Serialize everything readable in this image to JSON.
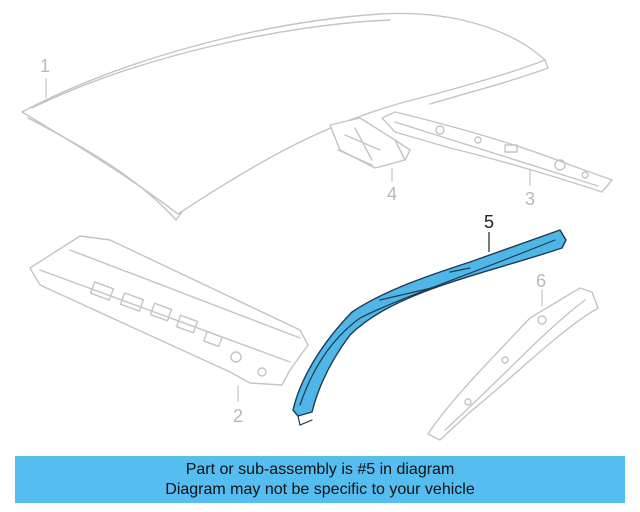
{
  "callouts": {
    "c1": "1",
    "c2": "2",
    "c3": "3",
    "c4": "4",
    "c5": "5",
    "c6": "6"
  },
  "highlighted_part": "5",
  "colors": {
    "highlight_fill": "#4fb6e6",
    "highlight_outline": "#1e3a55",
    "banner_background": "#55bdf0",
    "line_art": "#c4c4c4"
  },
  "banner": {
    "line1": "Part or sub-assembly is #5 in diagram",
    "line2": "Diagram may not be specific to your vehicle"
  }
}
